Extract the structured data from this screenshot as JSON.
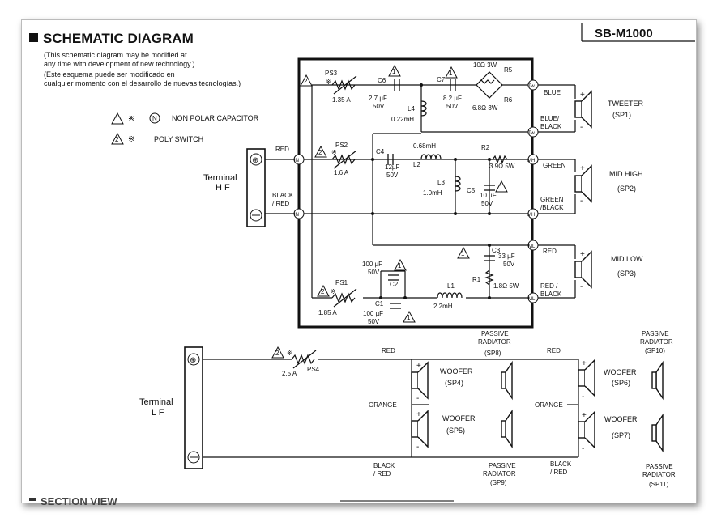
{
  "header": {
    "title": "SCHEMATIC DIAGRAM",
    "model": "SB-M1000",
    "note_en_1": "(This schematic diagram may be modified at",
    "note_en_2": "any time with development of new technology.)",
    "note_es_1": "(Este esquema puede ser modificado en",
    "note_es_2": "cualquier momento con el desarrollo de nuevas tecnologías.)",
    "footer_cut": "SECTION VIEW"
  },
  "legend": {
    "a_symbols": "1 ※ N",
    "a_text": "NON POLAR CAPACITOR",
    "b_symbols": "2 ※",
    "b_text": "POLY SWITCH"
  },
  "hf": {
    "terminal": "Terminal",
    "terminal_sub": "H F",
    "red": "RED",
    "black_1": "BLACK",
    "black_2": "/ RED",
    "in": "IN"
  },
  "lf": {
    "terminal": "Terminal",
    "terminal_sub": "L F",
    "red": "RED",
    "orange": "ORANGE",
    "black_red_1": "BLACK",
    "black_red_2": "/ RED"
  },
  "components": {
    "ps3": "PS3",
    "ps3_val": "1.35 A",
    "ps2": "PS2",
    "ps2_val": "1.6 A",
    "ps1": "PS1",
    "ps1_val": "1.85 A",
    "ps4": "PS4",
    "ps4_val": "2.5 A",
    "c6": "C6",
    "c6_val1": "2.7 µF",
    "c6_val2": "50V",
    "c7": "C7",
    "c7_val1": "8.2 µF",
    "c7_val2": "50V",
    "r5": "R5",
    "r5_val": "10Ω 3W",
    "r6": "R6",
    "r6_val": "6.8Ω 3W",
    "l4": "L4",
    "l4_val": "0.22mH",
    "c4": "C4",
    "c4_val1": "12µF",
    "c4_val2": "50V",
    "l2": "L2",
    "l2_val": "0.68mH",
    "r2": "R2",
    "r2_val": "3.9Ω 5W",
    "l3": "L3",
    "l3_val": "1.0mH",
    "c5": "C5",
    "c5_val1": "10 µF",
    "c5_val2": "50V",
    "c3": "C3",
    "c3_val1": "33 µF",
    "c3_val2": "50V",
    "r1": "R1",
    "r1_val": "1.8Ω 5W",
    "c2": "C2",
    "c2_val1": "100 µF",
    "c2_val2": "50V",
    "c1": "C1",
    "c1_val1": "100 µF",
    "c1_val2": "50V",
    "l1": "L1",
    "l1_val": "2.2mH"
  },
  "nodes": {
    "tw": "Tw",
    "mh": "MH",
    "ml": "ML"
  },
  "outputs": {
    "tw_plus_wire": "BLUE",
    "tw_minus_wire_1": "BLUE/",
    "tw_minus_wire_2": "BLACK",
    "mh_plus_wire": "GREEN",
    "mh_minus_wire_1": "GREEN",
    "mh_minus_wire_2": "/BLACK",
    "ml_plus_wire": "RED",
    "ml_minus_wire_1": "RED /",
    "ml_minus_wire_2": "BLACK"
  },
  "speakers": {
    "sp1_1": "TWEETER",
    "sp1_2": "(SP1)",
    "sp2_1": "MID HIGH",
    "sp2_2": "(SP2)",
    "sp3_1": "MID  LOW",
    "sp3_2": "(SP3)",
    "sp4_1": "WOOFER",
    "sp4_2": "(SP4)",
    "sp5_1": "WOOFER",
    "sp5_2": "(SP5)",
    "sp6_1": "WOOFER",
    "sp6_2": "(SP6)",
    "sp7_1": "WOOFER",
    "sp7_2": "(SP7)",
    "sp8_1": "PASSIVE",
    "sp8_2": "RADIATOR",
    "sp8_3": "(SP8)",
    "sp9_1": "PASSIVE",
    "sp9_2": "RADIATOR",
    "sp9_3": "(SP9)",
    "sp10_1": "PASSIVE",
    "sp10_2": "RADIATOR",
    "sp10_3": "(SP10)",
    "sp11_1": "PASSIVE",
    "sp11_2": "RADIATOR",
    "sp11_3": "(SP11)"
  }
}
